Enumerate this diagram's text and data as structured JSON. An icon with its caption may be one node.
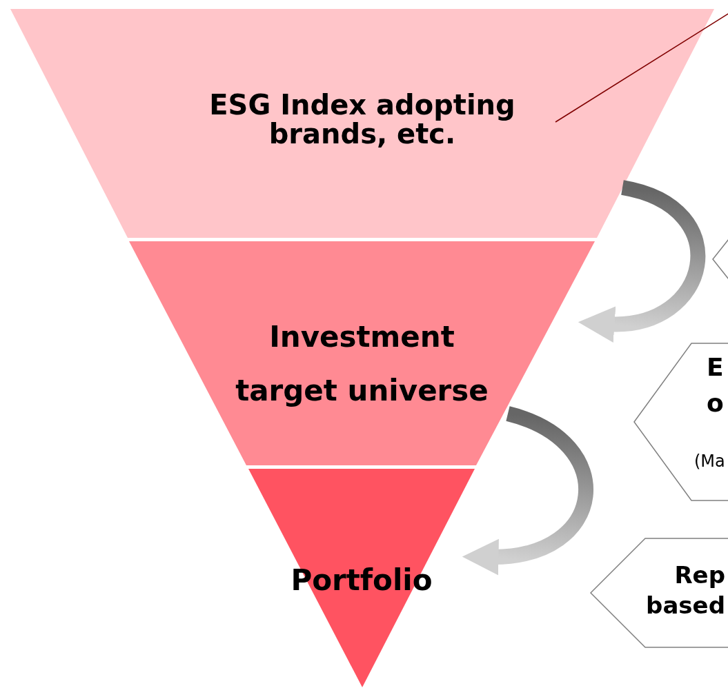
{
  "diagram": {
    "nodes": [
      {
        "text": [
          "ESG Index adopting brands, etc."
        ]
      },
      {
        "text": [
          "Investment target universe"
        ]
      },
      {
        "text": [
          "Portfolio"
        ]
      },
      {
        "text": [],
        "shape": "hexagon"
      },
      {
        "text": [
          "E o",
          "(Ma"
        ]
      },
      {
        "text": [
          "Rep based"
        ]
      }
    ],
    "edges": [
      {
        "from": 0,
        "to": 1,
        "arrow": "to",
        "style": "thick"
      },
      {
        "from": 1,
        "to": 2,
        "arrow": "to",
        "style": "thick"
      },
      {
        "from": 0,
        "to": null,
        "arrow": "none",
        "color": "#800000"
      }
    ]
  }
}
